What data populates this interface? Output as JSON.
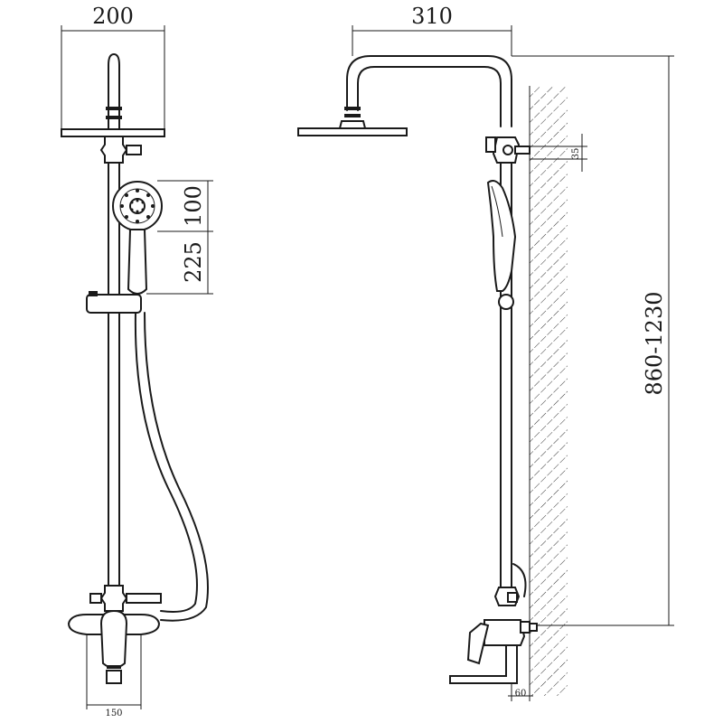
{
  "dimensions": {
    "head_width": "200",
    "arm_reach": "310",
    "hand_head_diameter": "100",
    "hand_shower_length": "225",
    "bracket_offset": "35",
    "height_range": "860-1230",
    "spout_width": "150",
    "wall_gap": "60"
  }
}
